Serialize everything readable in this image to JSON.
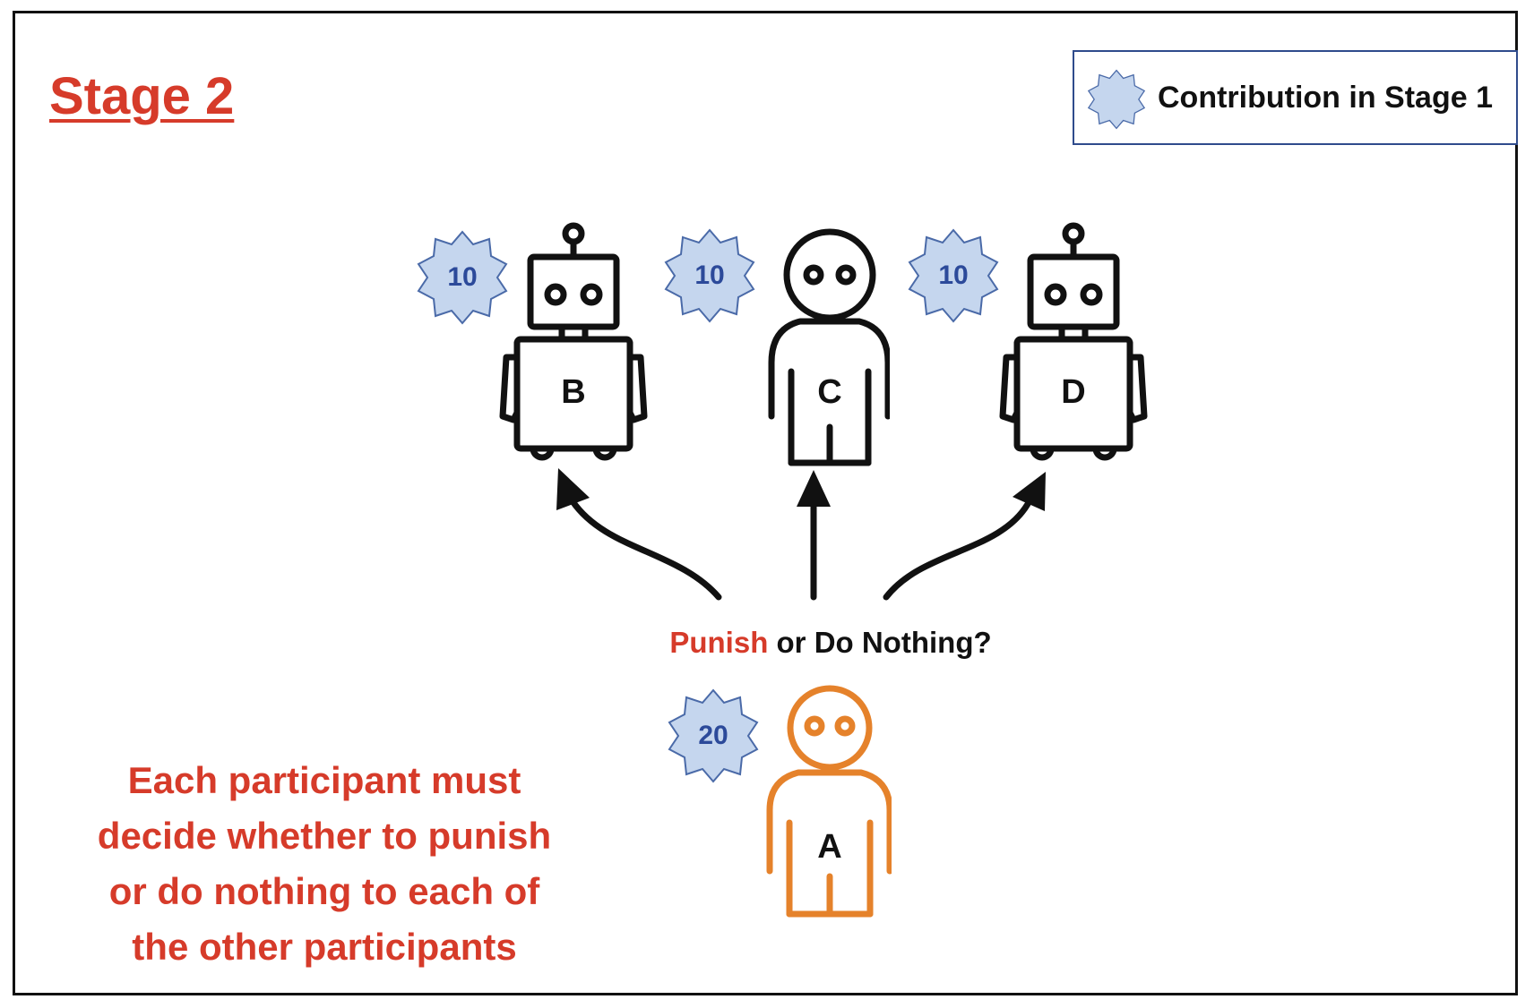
{
  "title": "Stage 2",
  "legend": {
    "label": "Contribution in Stage 1",
    "icon": "star-badge-icon"
  },
  "participants": [
    {
      "id": "B",
      "kind": "robot",
      "contribution": "10"
    },
    {
      "id": "C",
      "kind": "human",
      "contribution": "10"
    },
    {
      "id": "D",
      "kind": "robot",
      "contribution": "10"
    },
    {
      "id": "A",
      "kind": "human",
      "contribution": "20"
    }
  ],
  "question": {
    "punish": "Punish",
    "rest": " or Do Nothing?"
  },
  "instruction": [
    "Each participant must",
    "decide whether to punish",
    "or do nothing to each of",
    "the other participants"
  ],
  "colors": {
    "accent_red": "#d63b2a",
    "badge_fill": "#c5d6ee",
    "badge_stroke": "#4a6aa8",
    "badge_text": "#2c4a9a",
    "participant_a": "#e5822b",
    "outline": "#111111"
  }
}
